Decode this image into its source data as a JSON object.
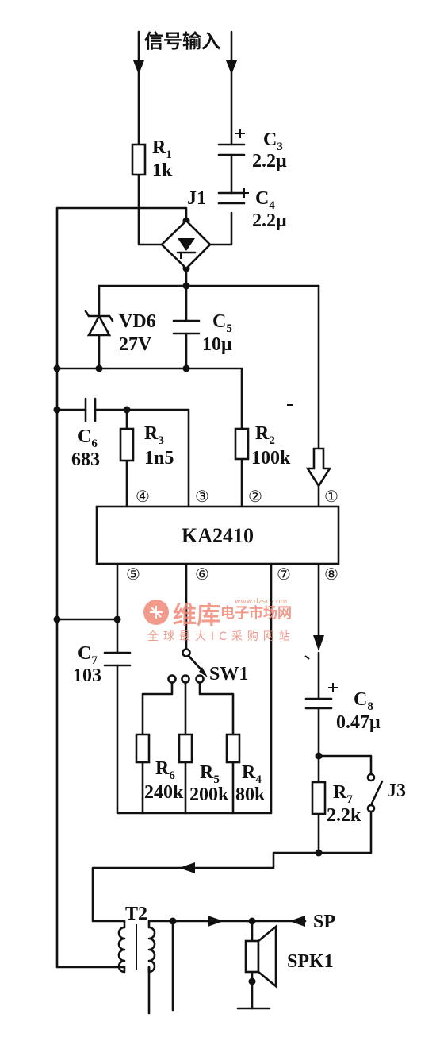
{
  "title": "信号输入",
  "ic": {
    "name": "KA2410",
    "pins": [
      "①",
      "②",
      "③",
      "④",
      "⑤",
      "⑥",
      "⑦",
      "⑧"
    ]
  },
  "components": {
    "R1": {
      "name": "R",
      "sub": "1",
      "value": "1k"
    },
    "C3": {
      "name": "C",
      "sub": "3",
      "value": "2.2μ"
    },
    "C4": {
      "name": "C",
      "sub": "4",
      "value": "2.2μ"
    },
    "J1": {
      "name": "J1"
    },
    "VD6": {
      "name": "VD6",
      "value": "27V"
    },
    "C5": {
      "name": "C",
      "sub": "5",
      "value": "10μ"
    },
    "C6": {
      "name": "C",
      "sub": "6",
      "value": "683"
    },
    "R3": {
      "name": "R",
      "sub": "3",
      "value": "1n5"
    },
    "R2": {
      "name": "R",
      "sub": "2",
      "value": "100k"
    },
    "C7": {
      "name": "C",
      "sub": "7",
      "value": "103"
    },
    "SW1": {
      "name": "SW1"
    },
    "R6": {
      "name": "R",
      "sub": "6",
      "value": "240k"
    },
    "R5": {
      "name": "R",
      "sub": "5",
      "value": "200k"
    },
    "R4": {
      "name": "R",
      "sub": "4",
      "value": "80k"
    },
    "C8": {
      "name": "C",
      "sub": "8",
      "value": "0.47μ"
    },
    "R7": {
      "name": "R",
      "sub": "7",
      "value": "2.2k"
    },
    "J3": {
      "name": "J3"
    },
    "T2": {
      "name": "T2"
    },
    "SP": {
      "name": "SP"
    },
    "SPK1": {
      "name": "SPK1"
    }
  },
  "watermark": {
    "brand": "维库",
    "brand_rest": "电子市场网",
    "url": "www.dzsc.com",
    "tagline": "全球最大IC采购网站",
    "color": "#f08a7a"
  }
}
